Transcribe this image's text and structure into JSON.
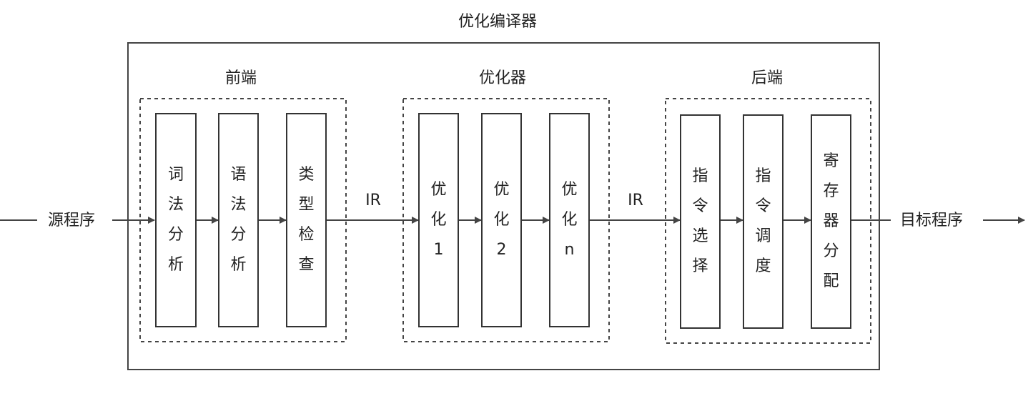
{
  "title": "优化编译器",
  "input_label": "源程序",
  "output_label": "目标程序",
  "ir_labels": [
    "IR",
    "IR"
  ],
  "groups": [
    {
      "id": "frontend",
      "label": "前端",
      "stages": [
        {
          "label": "词法分析"
        },
        {
          "label": "语法分析"
        },
        {
          "label": "类型检查"
        }
      ]
    },
    {
      "id": "optimizer",
      "label": "优化器",
      "stages": [
        {
          "label": "优化1"
        },
        {
          "label": "优化2"
        },
        {
          "label": "优化n"
        }
      ]
    },
    {
      "id": "backend",
      "label": "后端",
      "stages": [
        {
          "label": "指令选择"
        },
        {
          "label": "指令调度"
        },
        {
          "label": "寄存器分配"
        }
      ]
    }
  ]
}
